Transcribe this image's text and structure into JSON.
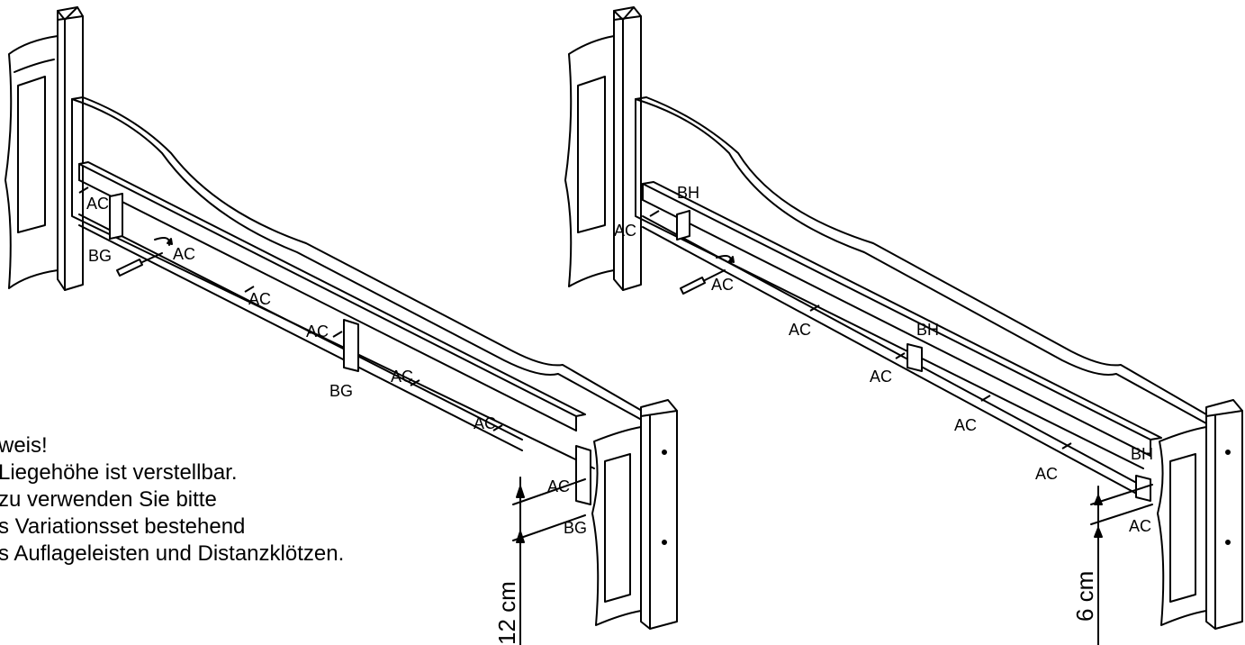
{
  "left_assembly": {
    "labels": {
      "ac1": "AC",
      "bg1": "BG",
      "ac2": "AC",
      "ac3": "AC",
      "ac4": "AC",
      "bg2": "BG",
      "ac5": "AC",
      "ac6": "AC",
      "ac7": "AC",
      "bg3": "BG"
    },
    "dimension": "12 cm"
  },
  "right_assembly": {
    "labels": {
      "bh1": "BH",
      "ac1": "AC",
      "ac2": "AC",
      "ac3": "AC",
      "bh2": "BH",
      "ac4": "AC",
      "ac5": "AC",
      "ac6": "AC",
      "bh3": "BH",
      "ac7": "AC"
    },
    "dimension": "6 cm"
  },
  "note": {
    "line1": "weis!",
    "line2": " Liegehöhe ist verstellbar.",
    "line3": "zu verwenden Sie bitte",
    "line4": "s Variationsset bestehend",
    "line5": "s Auflageleisten und Distanzklötzen."
  }
}
